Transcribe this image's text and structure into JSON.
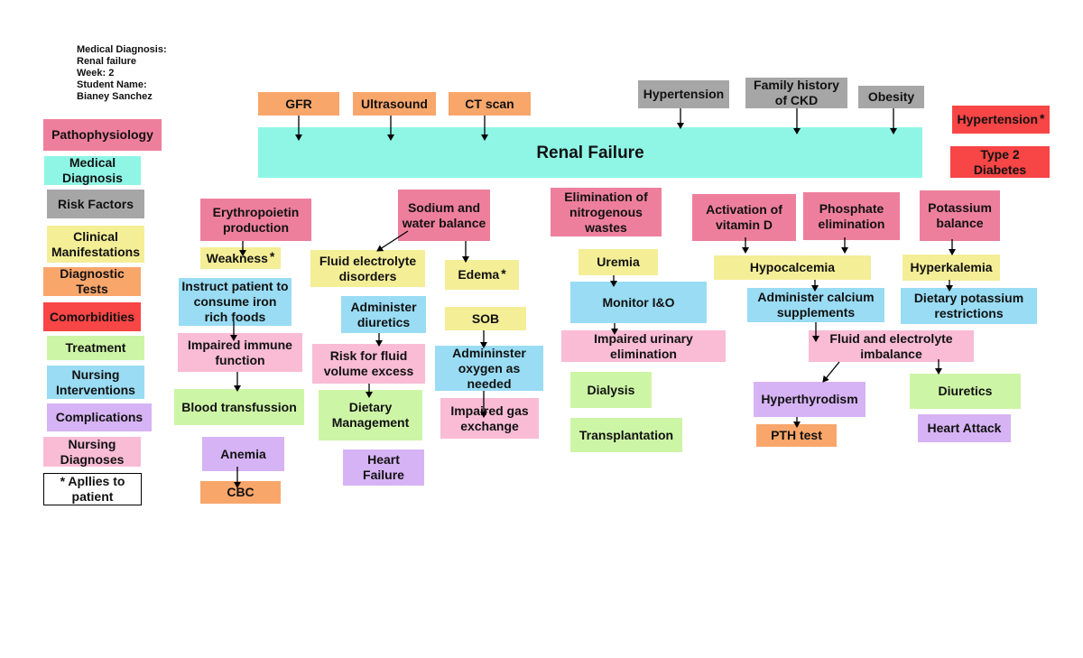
{
  "header": {
    "line1": "Medical Diagnosis:",
    "line2": "Renal failure",
    "line3": "Week: 2",
    "line4": "Student Name:",
    "line5": "Bianey Sanchez"
  },
  "legend": {
    "pathophysiology": "Pathophysiology",
    "medical_diagnosis": "Medical Diagnosis",
    "risk_factors": "Risk Factors",
    "clinical_manifestations": "Clinical Manifestations",
    "diagnostic_tests": "Diagnostic Tests",
    "comorbidities": "Comorbidities",
    "treatment": "Treatment",
    "nursing_interventions": "Nursing Interventions",
    "complications": "Complications",
    "nursing_diagnoses": "Nursing Diagnoses",
    "applies_note": "* Apllies to patient"
  },
  "colors": {
    "pathophysiology": "#ee7f9c",
    "medical_diagnosis": "#8ff6e6",
    "risk_factors": "#a6a6a6",
    "clinical_manifestations": "#f4ee97",
    "diagnostic_tests": "#f9a66b",
    "comorbidities": "#f84545",
    "treatment": "#cdf5a6",
    "nursing_interventions": "#99dcf4",
    "complications": "#d6b3f4",
    "nursing_diagnoses": "#f9bcd4"
  },
  "star": "*",
  "nodes": {
    "gfr": "GFR",
    "ultrasound": "Ultrasound",
    "ct_scan": "CT scan",
    "hypertension_risk": "Hypertension",
    "family_history": "Family history of CKD",
    "obesity": "Obesity",
    "hypertension_comorbid": "Hypertension",
    "type2_diabetes": "Type 2 Diabetes",
    "renal_failure": "Renal Failure",
    "erythropoietin": "Erythropoietin production",
    "weakness": "Weakness",
    "instruct_iron": "Instruct patient to consume iron rich foods",
    "impaired_immune": "Impaired immune function",
    "blood_transfusion": "Blood transfussion",
    "anemia": "Anemia",
    "cbc": "CBC",
    "sodium_water": "Sodium and water balance",
    "fluid_electrolyte_disorders": "Fluid electrolyte disorders",
    "administer_diuretics": "Administer diuretics",
    "risk_fluid_excess": "Risk for fluid volume excess",
    "dietary_management": "Dietary Management",
    "heart_failure": "Heart Failure",
    "edema": "Edema",
    "sob": "SOB",
    "administer_oxygen": "Admininster oxygen as needed",
    "impaired_gas": "Impaired gas exchange",
    "elimination_wastes": "Elimination of nitrogenous wastes",
    "uremia": "Uremia",
    "monitor_io": "Monitor I&O",
    "impaired_urinary": "Impaired urinary elimination",
    "dialysis": "Dialysis",
    "transplantation": "Transplantation",
    "activation_vitd": "Activation of vitamin D",
    "phosphate_elimination": "Phosphate elimination",
    "hypocalcemia": "Hypocalcemia",
    "administer_calcium": "Administer calcium supplements",
    "fluid_electrolyte_imbalance": "Fluid and electrolyte imbalance",
    "hyperthyroidism": "Hyperthyrodism",
    "pth_test": "PTH test",
    "potassium_balance": "Potassium balance",
    "hyperkalemia": "Hyperkalemia",
    "dietary_potassium": "Dietary potassium restrictions",
    "diuretics": "Diuretics",
    "heart_attack": "Heart Attack"
  }
}
